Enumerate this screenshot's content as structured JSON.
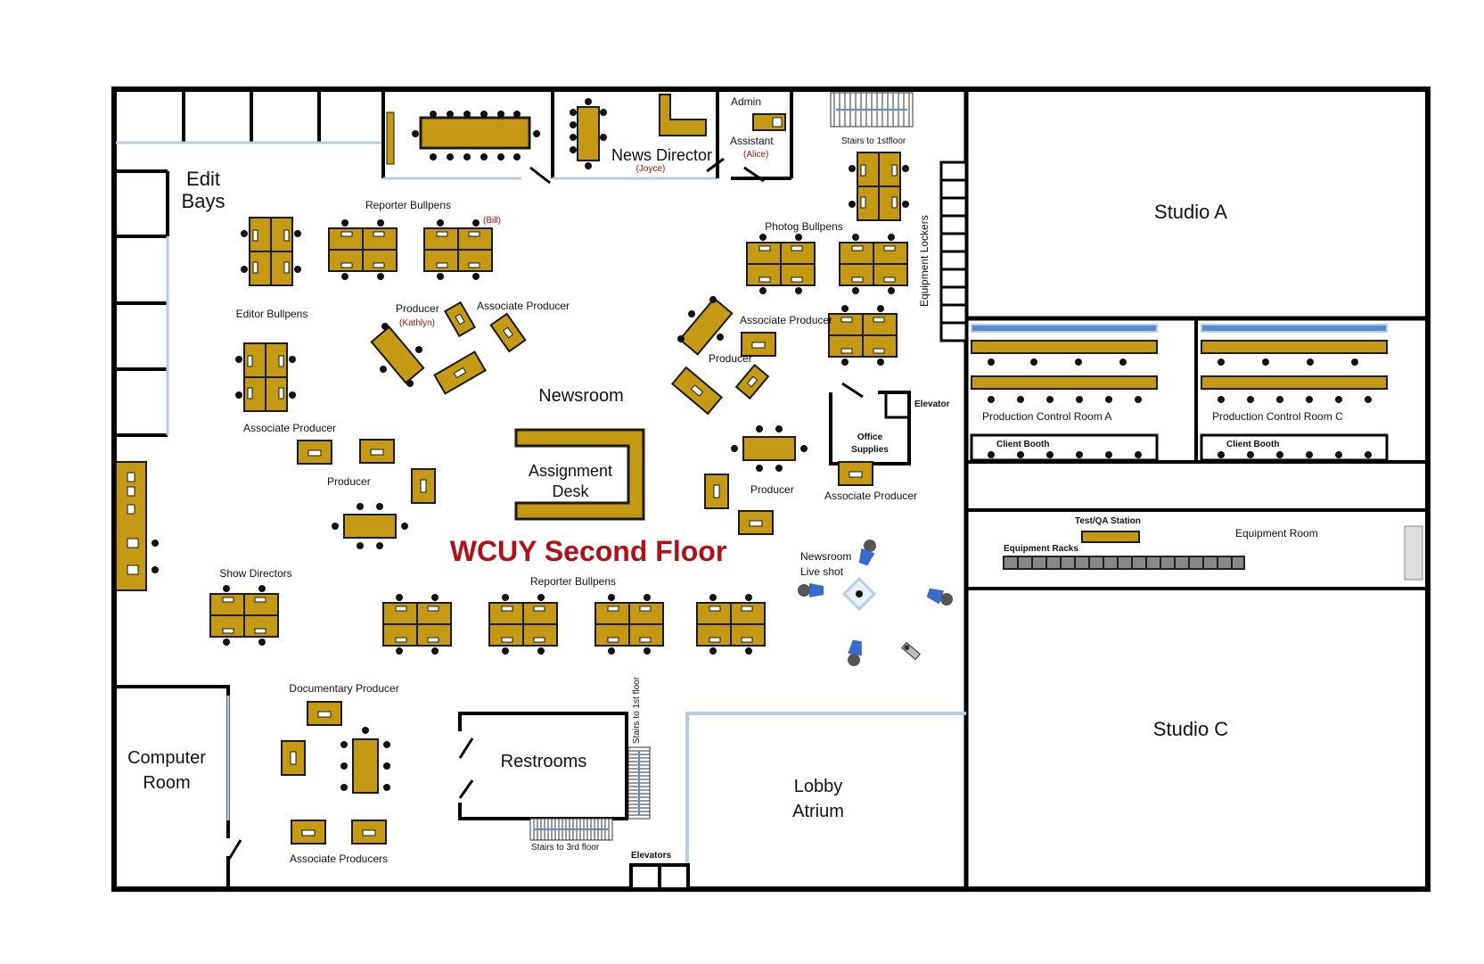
{
  "title": "WCUY Second Floor",
  "rooms": {
    "edit_bays": [
      "Edit",
      "Bays"
    ],
    "studio_a": "Studio A",
    "studio_c": "Studio C",
    "computer_room": [
      "Computer",
      "Room"
    ],
    "restrooms": "Restrooms",
    "lobby_atrium": [
      "Lobby",
      "Atrium"
    ],
    "newsroom": "Newsroom",
    "assignment_desk": [
      "Assignment",
      "Desk"
    ],
    "production_control_a": "Production Control Room A",
    "production_control_c": "Production Control Room C",
    "client_booth_a": "Client Booth",
    "client_booth_c": "Client Booth",
    "equipment_room": "Equipment Room",
    "office_supplies": [
      "Office",
      "Supplies"
    ],
    "elevator": "Elevator",
    "elevators": "Elevators",
    "equipment_lockers": "Equipment Lockers"
  },
  "stairs": {
    "first_floor_top": "Stairs to 1stfloor",
    "first_floor_side": "Stairs to 1st floor",
    "third_floor": "Stairs to 3rd floor"
  },
  "people": {
    "news_director": "News Director",
    "news_director_name": "(Joyce)",
    "admin": "Admin",
    "assistant": "Assistant",
    "assistant_name": "(Alice)",
    "bill": "(Bill)",
    "kathlyn": "(Kathlyn)"
  },
  "areas": {
    "reporter_bullpens_top": "Reporter Bullpens",
    "reporter_bullpens_bottom": "Reporter Bullpens",
    "editor_bullpens": "Editor Bullpens",
    "photog_bullpens": "Photog Bullpens",
    "show_directors": "Show Directors",
    "documentary_producer": "Documentary Producer",
    "associate_producers": "Associate Producers",
    "producer_1": "Producer",
    "producer_2": "Producer",
    "producer_3": "Producer",
    "producer_4": "Producer",
    "associate_producer_1": "Associate Producer",
    "associate_producer_2": "Associate Producer",
    "associate_producer_3": "Associate Producer",
    "associate_producer_4": "Associate Producer",
    "newsroom_live_shot": [
      "Newsroom",
      "Live shot"
    ],
    "test_qa_station": "Test/QA Station",
    "equipment_racks": "Equipment Racks"
  },
  "colors": {
    "desk_fill": "#c49a14",
    "desk_stroke": "#1a1a1a",
    "wall": "#000000",
    "window": "#b7cde6",
    "window_accent": "#5b8ad0",
    "title": "#b0101a",
    "name": "#a01010",
    "camera": "#3a6bc8"
  }
}
